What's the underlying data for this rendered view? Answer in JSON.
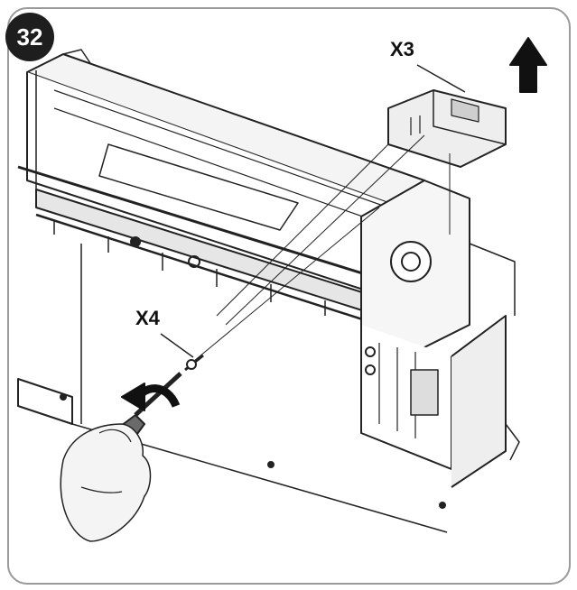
{
  "figure": {
    "step_number": "32",
    "callouts": {
      "x3": "X3",
      "x4": "X4"
    },
    "colors": {
      "frame": "#9a9a9a",
      "badge": "#1e1e1e",
      "line": "#111111",
      "arrow": "#111111"
    },
    "icons": [
      "up-arrow-icon",
      "curved-rotate-arrow-icon",
      "screwdriver-icon",
      "hand-icon",
      "screw-icon"
    ]
  }
}
